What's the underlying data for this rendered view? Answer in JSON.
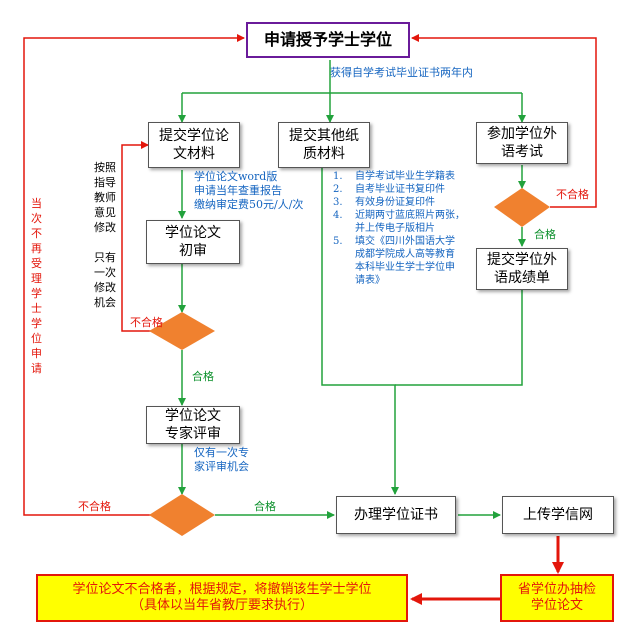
{
  "title": "申请授予学士学位",
  "top_note": "获得自学考试毕业证书两年内",
  "boxes": {
    "submit_thesis": "提交学位论\n文材料",
    "submit_other": "提交其他纸\n质材料",
    "foreign_exam": "参加学位外\n语考试",
    "initial_review": "学位论文\n初审",
    "foreign_score": "提交学位外\n语成绩单",
    "expert_review": "学位论文\n专家评审",
    "handle_cert": "办理学位证书",
    "upload": "上传学信网",
    "spot_check": "省学位办抽检\n学位论文",
    "revoke": "学位论文不合格者，根据规定，将撤销该生学士学位\n（具体以当年省教厅要求执行）"
  },
  "thesis_note": [
    "学位论文word版",
    "申请当年查重报告",
    "缴纳审定费50元/人/次"
  ],
  "materials": [
    {
      "n": "1.",
      "text": "自学考试毕业生学籍表"
    },
    {
      "n": "2.",
      "text": "自考毕业证书复印件"
    },
    {
      "n": "3.",
      "text": "有效身份证复印件"
    },
    {
      "n": "4.",
      "text": "近期两寸蓝底照片两张，\n并上传电子版相片"
    },
    {
      "n": "5.",
      "text": "填交《四川外国语大学\n成都学院成人高等教育\n本科毕业生学士学位申\n请表》"
    }
  ],
  "revise_note_1": "按照指导教师意见修改",
  "revise_note_2": "只有一次修改机会",
  "no_reapply": "当次不再受理学士学位申请",
  "expert_note": "仅有一次专\n家评审机会",
  "labels": {
    "fail": "不合格",
    "pass": "合格"
  },
  "colors": {
    "red": "#e3160b",
    "green": "#22a23c",
    "blue": "#1565c0",
    "orange": "#f0812f",
    "yellow": "#ffff00"
  }
}
